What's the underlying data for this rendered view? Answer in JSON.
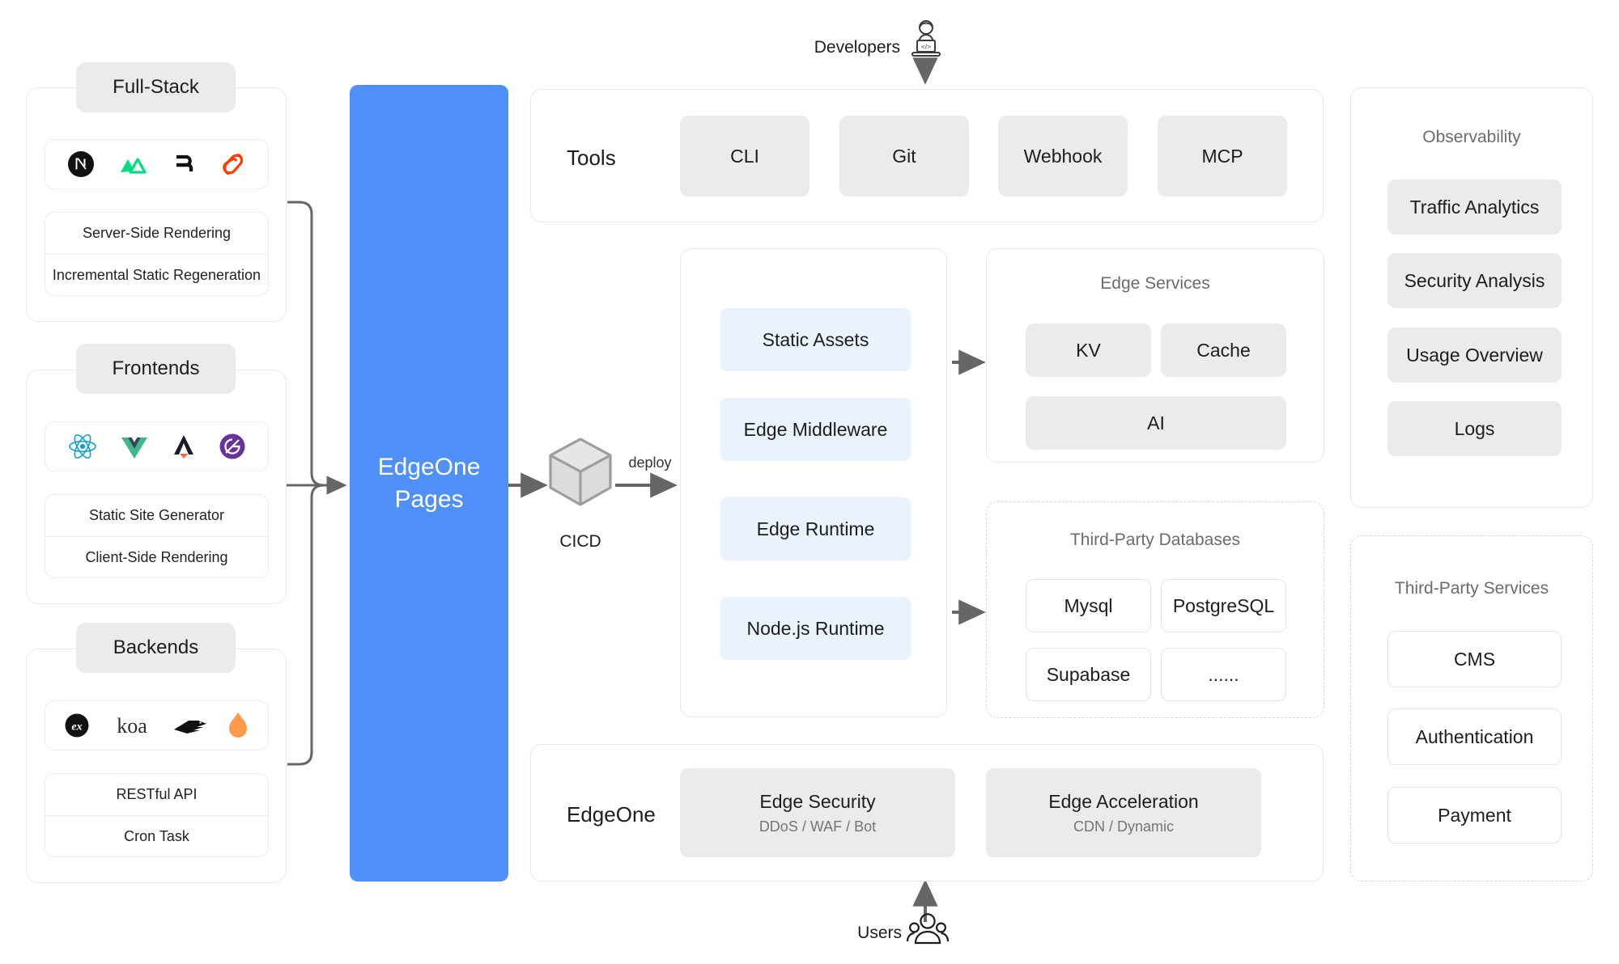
{
  "left_stacks": [
    {
      "header": "Full-Stack",
      "logos": [
        "nextjs-logo",
        "nuxt-logo",
        "remix-logo",
        "svelte-logo"
      ],
      "features": [
        "Server-Side Rendering",
        "Incremental Static Regeneration"
      ]
    },
    {
      "header": "Frontends",
      "logos": [
        "react-logo",
        "vue-logo",
        "analog-logo",
        "gatsby-logo"
      ],
      "features": [
        "Static Site Generator",
        "Client-Side Rendering"
      ]
    },
    {
      "header": "Backends",
      "logos": [
        "express-logo",
        "koa-logo",
        "fastify-logo",
        "hono-logo"
      ],
      "features": [
        "RESTful API",
        "Cron Task"
      ]
    }
  ],
  "center": {
    "pages_title": "EdgeOne\nPages",
    "pages_line1": "EdgeOne",
    "pages_line2": "Pages",
    "cicd_label": "CICD",
    "deploy_label": "deploy"
  },
  "developers": {
    "label": "Developers",
    "icon": "developer-laptop-icon"
  },
  "users": {
    "label": "Users",
    "icon": "users-group-icon"
  },
  "tools": {
    "label": "Tools",
    "items": [
      "CLI",
      "Git",
      "Webhook",
      "MCP"
    ]
  },
  "runtime": {
    "items": [
      "Static Assets",
      "Edge Middleware",
      "Edge Runtime",
      "Node.js Runtime"
    ]
  },
  "edge_services": {
    "title": "Edge Services",
    "items": [
      "KV",
      "Cache",
      "AI"
    ]
  },
  "third_party_databases": {
    "title": "Third-Party Databases",
    "items": [
      "Mysql",
      "PostgreSQL",
      "Supabase",
      "......"
    ]
  },
  "observability": {
    "title": "Observability",
    "items": [
      "Traffic Analytics",
      "Security Analysis",
      "Usage Overview",
      "Logs"
    ]
  },
  "third_party_services": {
    "title": "Third-Party Services",
    "items": [
      "CMS",
      "Authentication",
      "Payment"
    ]
  },
  "edgeone_bar": {
    "label": "EdgeOne",
    "items": [
      {
        "title": "Edge Security",
        "sub": "DDoS / WAF / Bot"
      },
      {
        "title": "Edge Acceleration",
        "sub": "CDN / Dynamic"
      }
    ]
  },
  "colors": {
    "accent_blue": "#5090fb",
    "chip_gray": "#ebebeb",
    "chip_blue": "#eaf3fc",
    "border_gray": "#e8e8e8",
    "arrow_gray": "#666666"
  }
}
